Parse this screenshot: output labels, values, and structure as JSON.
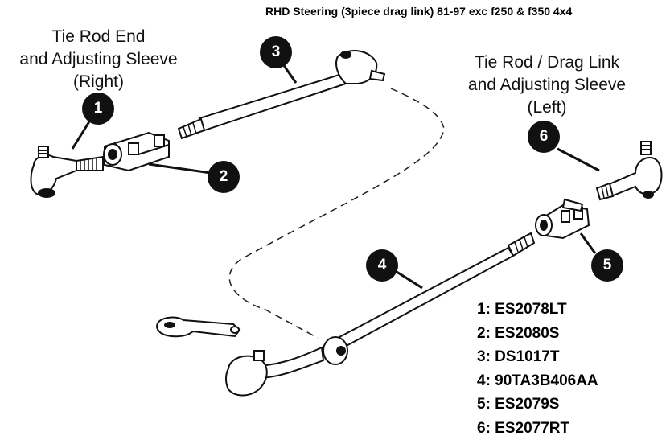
{
  "title": "RHD Steering (3piece drag link) 81-97 exc f250 & f350 4x4",
  "labels": {
    "right": [
      "Tie Rod End",
      "and Adjusting Sleeve",
      "(Right)"
    ],
    "left": [
      "Tie Rod / Drag Link",
      "and Adjusting Sleeve",
      "(Left)"
    ]
  },
  "callouts": [
    "1",
    "2",
    "3",
    "4",
    "5",
    "6"
  ],
  "parts": [
    "1: ES2078LT",
    "2: ES2080S",
    "3: DS1017T",
    "4: 90TA3B406AA",
    "5: ES2079S",
    "6: ES2077RT"
  ]
}
